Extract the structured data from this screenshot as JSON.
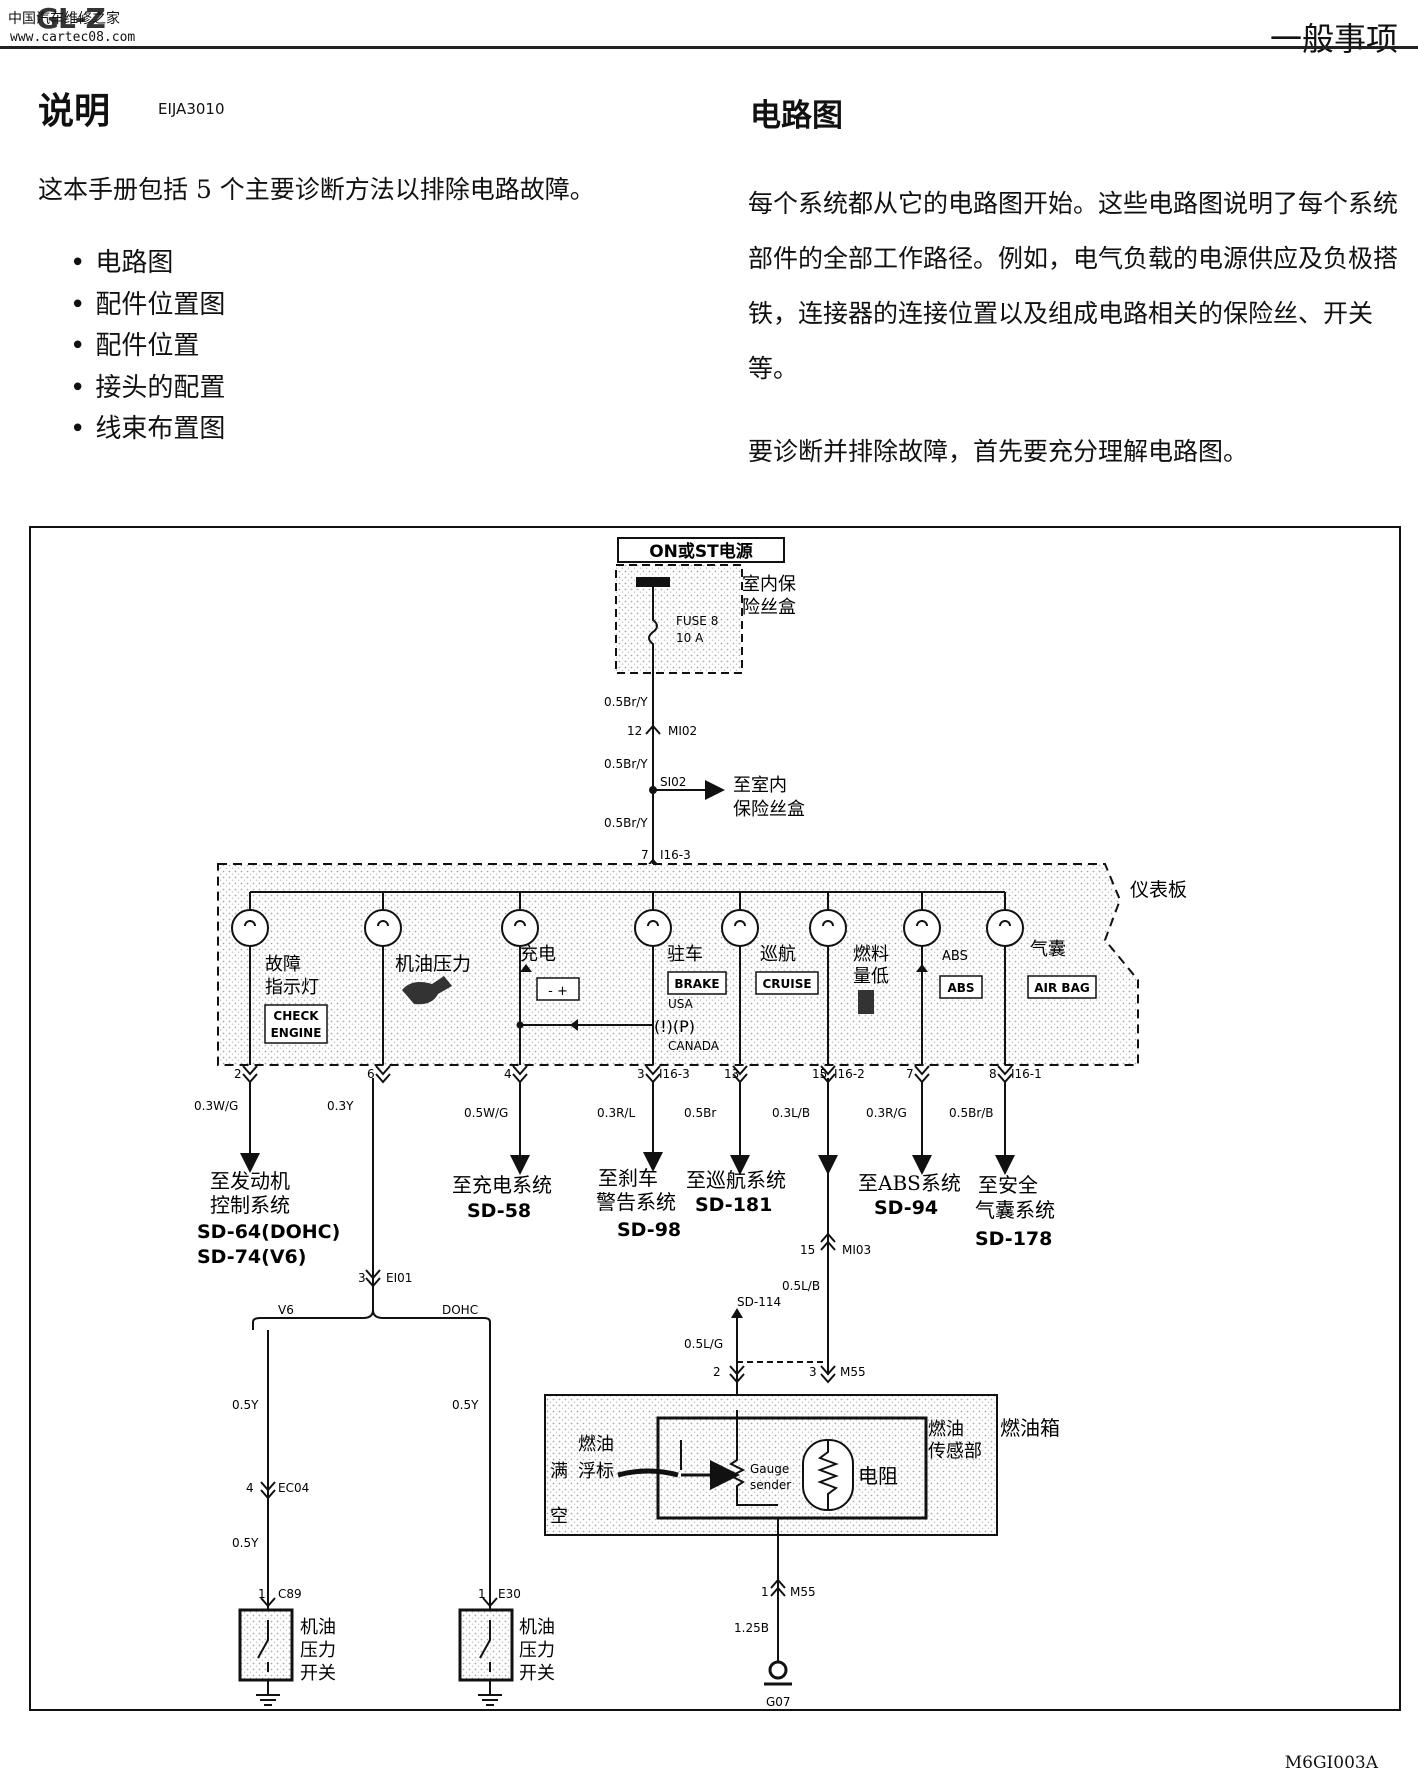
{
  "header": {
    "logo_text": "GL-Z",
    "logo_cn": "中国汽车维修之家",
    "logo_url": "www.cartec08.com",
    "section": "一般事项"
  },
  "left": {
    "title": "说明",
    "code": "EIJA3010",
    "intro": "这本手册包括 5 个主要诊断方法以排除电路故障。",
    "bullets": [
      "电路图",
      "配件位置图",
      "配件位置",
      "接头的配置",
      "线束布置图"
    ]
  },
  "right": {
    "title": "电路图",
    "paragraph": "每个系统都从它的电路图开始。这些电路图说明了每个系统部件的全部工作路径。例如，电气负载的电源供应及负极搭铁，连接器的连接位置以及组成电路相关的保险丝、开关等。",
    "paragraph2": "要诊断并排除故障，首先要充分理解电路图。"
  },
  "diagram": {
    "power_source": "ON或ST电源",
    "fuse_box": [
      "室内保",
      "险丝盒"
    ],
    "fuse": [
      "FUSE 8",
      "10 A"
    ],
    "wire_top1": "0.5Br/Y",
    "conn_m102": {
      "pin": "12",
      "name": "MI02"
    },
    "wire_top2": "0.5Br/Y",
    "splice": "SI02",
    "to_fusebox": [
      "至室内",
      "保险丝盒"
    ],
    "wire_top3": "0.5Br/Y",
    "conn_i16_3_top": {
      "pin": "7",
      "name": "I16-3"
    },
    "instrument_panel": "仪表板",
    "lamps": [
      {
        "name": [
          "故障",
          "指示灯"
        ],
        "box": [
          "CHECK",
          "ENGINE"
        ],
        "pin": "2",
        "wire": "0.3W/G",
        "dest": [
          "至发动机",
          "控制系统"
        ],
        "ref": [
          "SD-64(DOHC)",
          "SD-74(V6)"
        ]
      },
      {
        "name": [
          "机油压力"
        ],
        "box": [],
        "pin": "6",
        "wire": "0.3Y",
        "dest": [],
        "ref": []
      },
      {
        "name": [
          "充电"
        ],
        "box": [
          "- +"
        ],
        "pin": "4",
        "wire": "0.5W/G",
        "dest": [
          "至充电系统"
        ],
        "ref": [
          "SD-58"
        ]
      },
      {
        "name": [
          "驻车"
        ],
        "box": [
          "BRAKE"
        ],
        "pin": "3",
        "conn": "I16-3",
        "wire": "0.3R/L",
        "dest": [
          "至刹车",
          "警告系统"
        ],
        "ref": [
          "SD-98"
        ]
      },
      {
        "name": [
          "巡航"
        ],
        "box": [
          "CRUISE"
        ],
        "pin": "13",
        "wire": "0.5Br",
        "dest": [
          "至巡航系统"
        ],
        "ref": [
          "SD-181"
        ]
      },
      {
        "name": [
          "燃料",
          "量低"
        ],
        "box": [],
        "pin": "15",
        "conn": "I16-2",
        "wire": "0.3L/B",
        "dest": [],
        "ref": []
      },
      {
        "name": [
          "ABS"
        ],
        "box": [
          "ABS"
        ],
        "pin": "7",
        "wire": "0.3R/G",
        "dest": [
          "至ABS系统"
        ],
        "ref": [
          "SD-94"
        ]
      },
      {
        "name": [
          "气囊"
        ],
        "box": [
          "AIR BAG"
        ],
        "pin": "8",
        "conn": "I16-1",
        "wire": "0.5Br/B",
        "dest": [
          "至安全",
          "气囊系统"
        ],
        "ref": [
          "SD-178"
        ]
      }
    ],
    "brake_usa": "USA",
    "brake_canada": "CANADA",
    "conn_ei01": {
      "pin": "3",
      "name": "EI01"
    },
    "branch_v6": "V6",
    "branch_dohc": "DOHC",
    "wire_v6_1": "0.5Y",
    "wire_dohc_1": "0.5Y",
    "conn_ec04": {
      "pin": "4",
      "name": "EC04"
    },
    "wire_v6_2": "0.5Y",
    "conn_c89": {
      "pin": "1",
      "name": "C89"
    },
    "conn_e30": {
      "pin": "1",
      "name": "E30"
    },
    "switch_label": [
      "机油",
      "压力",
      "开关"
    ],
    "conn_mi03": {
      "pin": "15",
      "name": "MI03"
    },
    "wire_mi03": "0.5L/B",
    "sd114": "SD-114",
    "wire_sd114": "0.5L/G",
    "conn_m55_top": {
      "pin_left": "2",
      "pin_right": "3",
      "name": "M55"
    },
    "fuel_tank": "燃油箱",
    "sender_unit": [
      "燃油",
      "传感部"
    ],
    "float_labels": [
      "燃油",
      "满",
      "浮标",
      "空"
    ],
    "gauge_sender": [
      "Gauge",
      "sender"
    ],
    "resistor": "电阻",
    "conn_m55_bottom": {
      "pin": "1",
      "name": "M55"
    },
    "wire_ground": "1.25B",
    "ground": "G07"
  },
  "figure_id": "M6GI003A"
}
